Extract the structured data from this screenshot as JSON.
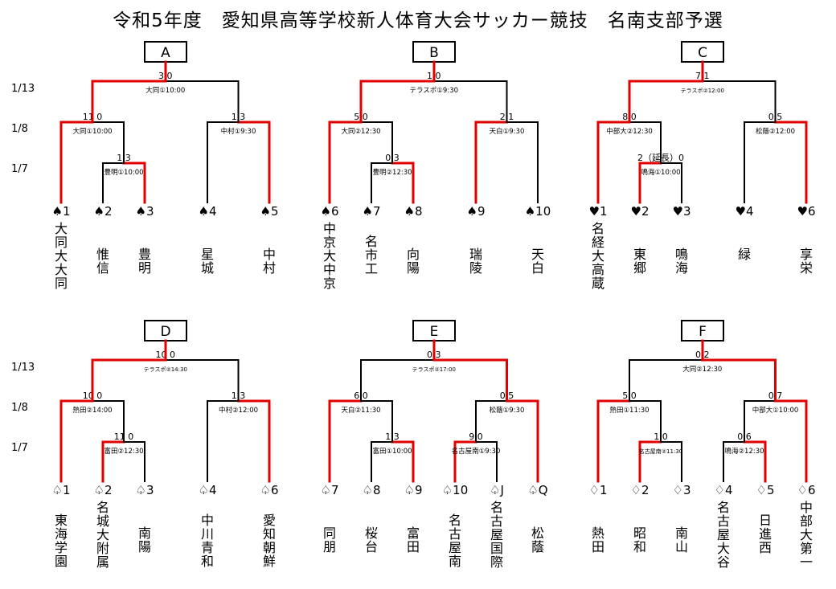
{
  "title": "令和5年度　愛知県高等学校新人体育大会サッカー競技　名南支部予選",
  "round_labels": [
    "1/13",
    "1/8",
    "1/7"
  ],
  "colors": {
    "win": "#e00000",
    "line": "#000000"
  },
  "brackets": [
    {
      "label": "A",
      "teams": [
        {
          "seed": "♠1",
          "name": "大同大大同"
        },
        {
          "seed": "♠2",
          "name": "惟信"
        },
        {
          "seed": "♠3",
          "name": "豊明"
        },
        {
          "seed": "♠4",
          "name": "星城"
        },
        {
          "seed": "♠5",
          "name": "中村"
        }
      ],
      "r3": {
        "score": "1 3",
        "venue": "豊明①10:00",
        "winner": "b"
      },
      "left": {
        "score": "11 0",
        "venue": "大同①10:00",
        "winner": "a"
      },
      "right": {
        "score": "1 3",
        "venue": "中村①9:30",
        "winner": "b"
      },
      "final": {
        "score": "3 0",
        "venue": "大同①10:00",
        "winner": "a"
      }
    },
    {
      "label": "B",
      "teams": [
        {
          "seed": "♠6",
          "name": "中京大中京"
        },
        {
          "seed": "♠7",
          "name": "名市工"
        },
        {
          "seed": "♠8",
          "name": "向陽"
        },
        {
          "seed": "♠9",
          "name": "瑞陵"
        },
        {
          "seed": "♠10",
          "name": "天白"
        }
      ],
      "r3": {
        "score": "0 3",
        "venue": "豊明②12:30",
        "winner": "b"
      },
      "left": {
        "score": "5 0",
        "venue": "大同②12:30",
        "winner": "a"
      },
      "right": {
        "score": "2 1",
        "venue": "天白①9:30",
        "winner": "a"
      },
      "final": {
        "score": "1 0",
        "venue": "テラスポ①9:30",
        "winner": "a"
      }
    },
    {
      "label": "C",
      "teams": [
        {
          "seed": "♥1",
          "name": "名経大高蔵"
        },
        {
          "seed": "♥2",
          "name": "東郷"
        },
        {
          "seed": "♥3",
          "name": "鳴海"
        },
        {
          "seed": "♥4",
          "name": "緑"
        },
        {
          "seed": "♥6",
          "name": "享栄"
        }
      ],
      "r3": {
        "score": "2（延長）0",
        "venue": "鳴海①10:00",
        "winner": "a"
      },
      "left": {
        "score": "8 0",
        "venue": "中部大②12:30",
        "winner": "a"
      },
      "right": {
        "score": "0 5",
        "venue": "松蔭②12:00",
        "winner": "b"
      },
      "final": {
        "score": "7 1",
        "venue": "テラスポ②12:00",
        "winner": "a"
      }
    },
    {
      "label": "D",
      "teams": [
        {
          "seed": "♤1",
          "name": "東海学園"
        },
        {
          "seed": "♤2",
          "name": "名城大附属"
        },
        {
          "seed": "♤3",
          "name": "南陽"
        },
        {
          "seed": "♤4",
          "name": "中川青和"
        },
        {
          "seed": "♤6",
          "name": "愛知朝鮮"
        }
      ],
      "r3": {
        "score": "11 0",
        "venue": "富田②12:30",
        "winner": "a"
      },
      "left": {
        "score": "10 0",
        "venue": "熱田②14:00",
        "winner": "a"
      },
      "right": {
        "score": "1 3",
        "venue": "中村②12:00",
        "winner": "b"
      },
      "final": {
        "score": "10 0",
        "venue": "テラスポ②14:30",
        "winner": "a"
      }
    },
    {
      "label": "E",
      "teams": [
        {
          "seed": "♤7",
          "name": "同朋"
        },
        {
          "seed": "♤8",
          "name": "桜台"
        },
        {
          "seed": "♤9",
          "name": "富田"
        },
        {
          "seed": "♤10",
          "name": "名古屋南"
        },
        {
          "seed": "♤J",
          "name": "名古屋国際"
        },
        {
          "seed": "♤Q",
          "name": "松蔭"
        }
      ],
      "r3": {
        "score": "1 3",
        "venue": "富田①10:00",
        "winner": "b"
      },
      "r3b": {
        "score": "9 0",
        "venue": "名古屋南①9:30",
        "winner": "a"
      },
      "left": {
        "score": "6 0",
        "venue": "天白②11:30",
        "winner": "a"
      },
      "right": {
        "score": "0 5",
        "venue": "松蔭①9:30",
        "winner": "b"
      },
      "final": {
        "score": "0 3",
        "venue": "テラスポ②17:00",
        "winner": "b"
      }
    },
    {
      "label": "F",
      "teams": [
        {
          "seed": "♢1",
          "name": "熱田"
        },
        {
          "seed": "♢2",
          "name": "昭和"
        },
        {
          "seed": "♢3",
          "name": "南山"
        },
        {
          "seed": "♢4",
          "name": "名古屋大谷"
        },
        {
          "seed": "♢5",
          "name": "日進西"
        },
        {
          "seed": "♢6",
          "name": "中部大第一"
        }
      ],
      "r3": {
        "score": "1 0",
        "venue": "名古屋南②11:30",
        "winner": "a"
      },
      "r3b": {
        "score": "0 6",
        "venue": "鳴海②12:30",
        "winner": "b"
      },
      "left": {
        "score": "5 0",
        "venue": "熱田①11:30",
        "winner": "a"
      },
      "right": {
        "score": "0 7",
        "venue": "中部大①10:00",
        "winner": "b"
      },
      "final": {
        "score": "0 2",
        "venue": "大同②12:30",
        "winner": "b"
      }
    }
  ]
}
